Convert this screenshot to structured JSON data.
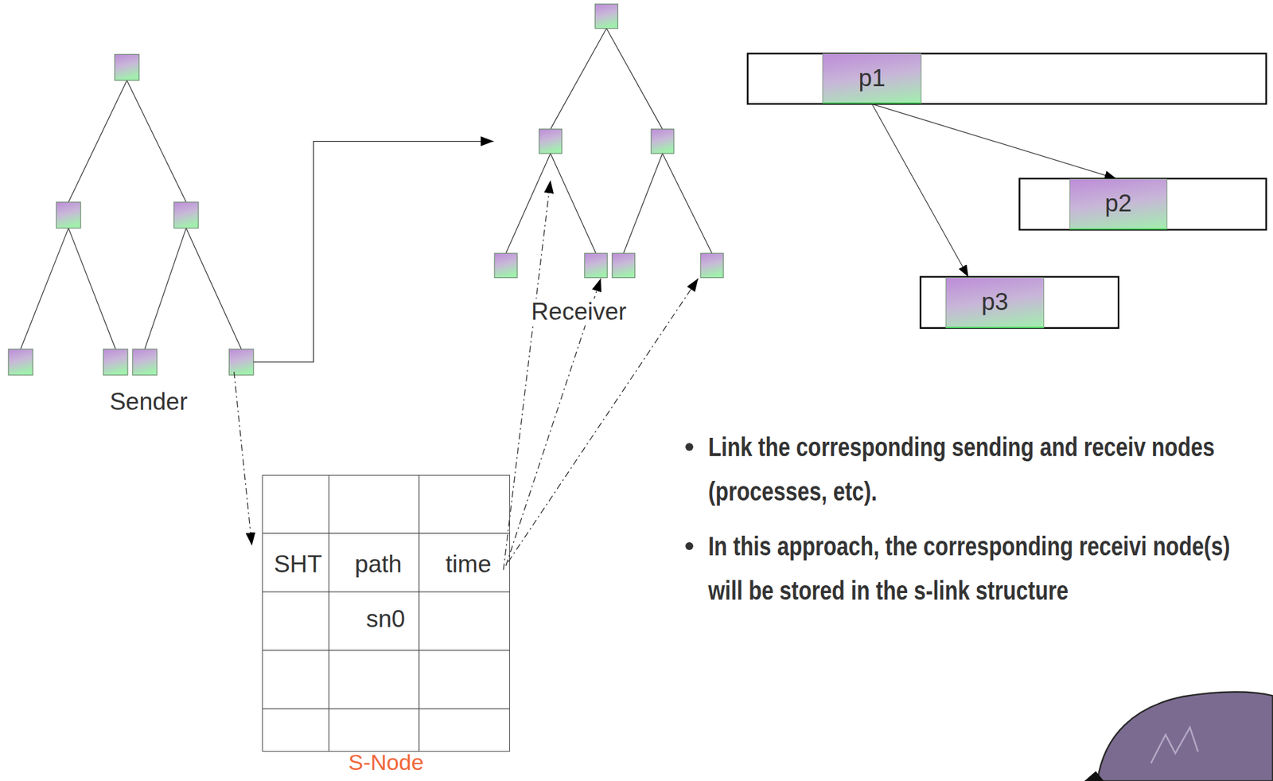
{
  "diagram": {
    "nodes": [
      {
        "text": [
          "p1"
        ]
      },
      {
        "text": [
          "p2"
        ]
      },
      {
        "text": [
          "p3"
        ]
      },
      {
        "text": [
          "S-Node"
        ]
      }
    ],
    "edges": [
      {
        "from": 0,
        "to": 1,
        "arrow": "to"
      },
      {
        "from": 0,
        "to": 2,
        "arrow": "to"
      }
    ],
    "labels": [
      "Sender",
      "Receiver",
      "SHT",
      "path",
      "time",
      "sn0",
      "Link the corresponding sending and receiv nodes (processes, etc).",
      "In this approach, the corresponding receivi node(s) will be stored in the s-link structure"
    ]
  }
}
